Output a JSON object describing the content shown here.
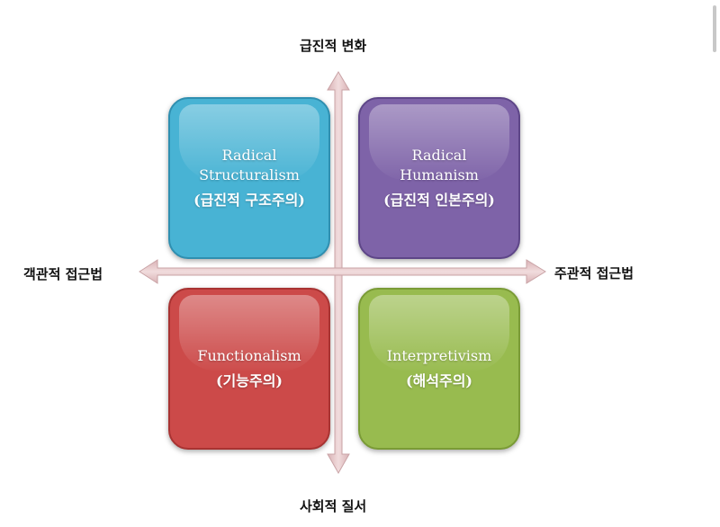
{
  "axes": {
    "top": "급진적 변화",
    "bottom": "사회적 질서",
    "left": "객관적 접근법",
    "right": "주관적 접근법"
  },
  "quadrants": {
    "top_left": {
      "line1": "Radical",
      "line2": "Structuralism",
      "korean": "(급진적 구조주의)",
      "color": "#48b3d4"
    },
    "top_right": {
      "line1": "Radical",
      "line2": "Humanism",
      "korean": "(급진적 인본주의)",
      "color": "#7e63a8"
    },
    "bottom_left": {
      "line1": "Functionalism",
      "korean": "(기능주의)",
      "color": "#cc4a49"
    },
    "bottom_right": {
      "line1": "Interpretivism",
      "korean": "(해석주의)",
      "color": "#98bb4f"
    }
  },
  "arrow_color": "#e2c4c6"
}
